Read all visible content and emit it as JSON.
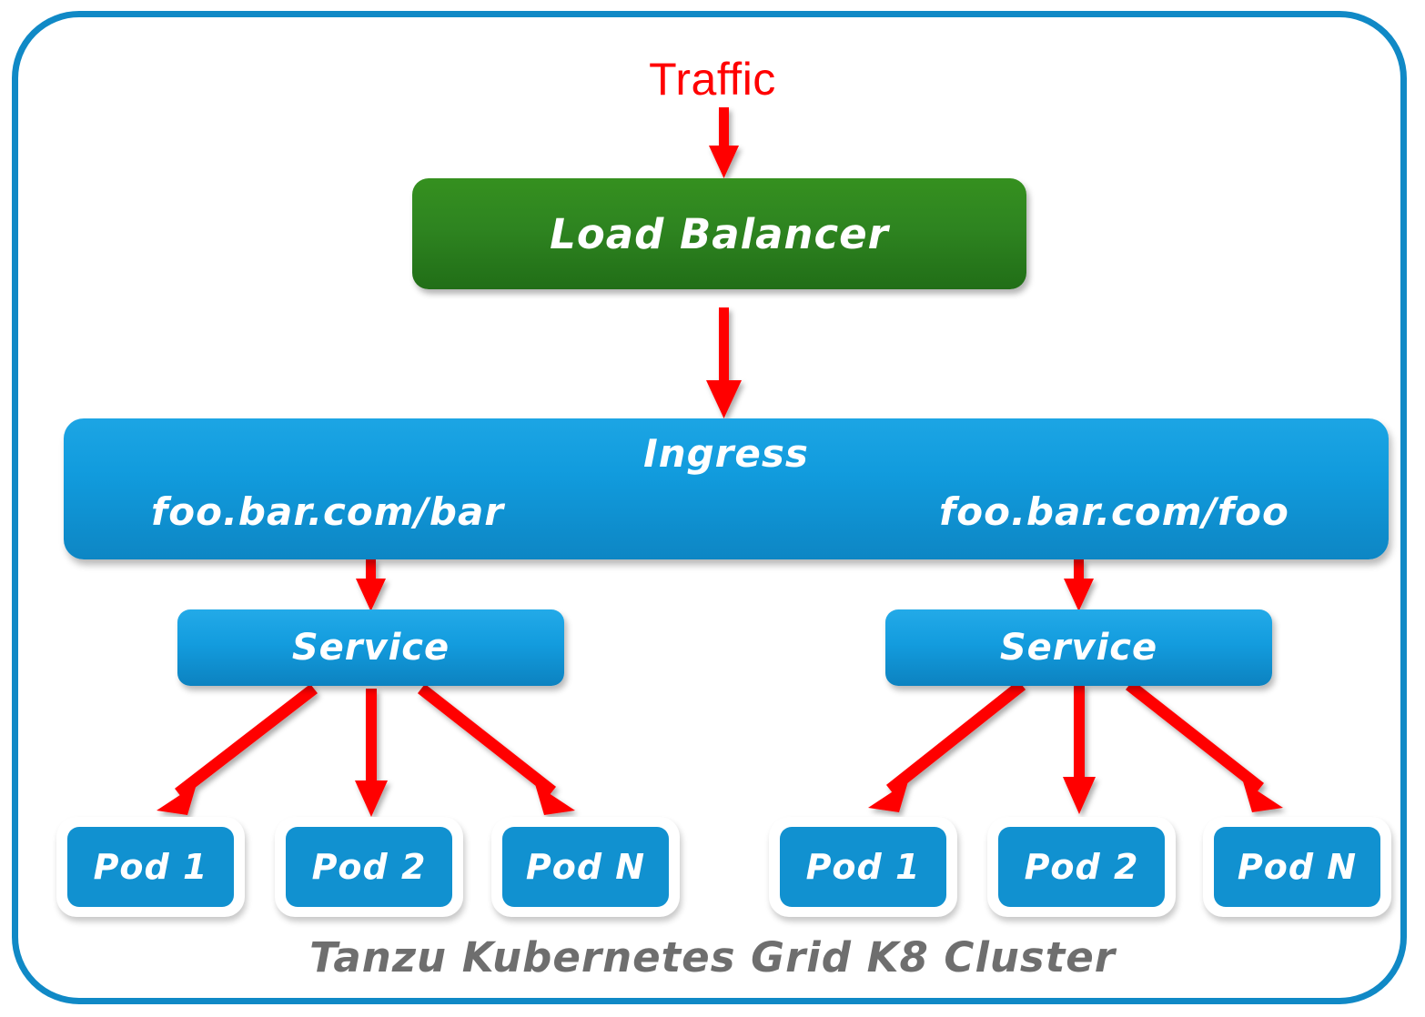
{
  "diagram": {
    "traffic_label": "Traffic",
    "cluster_caption": "Tanzu Kubernetes Grid K8 Cluster",
    "load_balancer": "Load Balancer",
    "ingress": {
      "title": "Ingress",
      "path_left": "foo.bar.com/bar",
      "path_right": "foo.bar.com/foo"
    },
    "services": {
      "left": "Service",
      "right": "Service"
    },
    "pods_left": [
      "Pod 1",
      "Pod 2",
      "Pod N"
    ],
    "pods_right": [
      "Pod 1",
      "Pod 2",
      "Pod N"
    ],
    "colors": {
      "frame_border": "#1089C6",
      "traffic_text": "#FF0000",
      "arrow": "#FF0000",
      "load_balancer_green_top": "#35901F",
      "load_balancer_green_bottom": "#216E17",
      "ingress_blue_top": "#1CA5E4",
      "ingress_blue_bottom": "#0D86C4",
      "service_blue_top": "#23AAE8",
      "service_blue_bottom": "#0C82C0",
      "pod_blue": "#1191D0",
      "pod_halo": "#FFFFFF",
      "caption_gray": "#6E6E6E"
    }
  }
}
